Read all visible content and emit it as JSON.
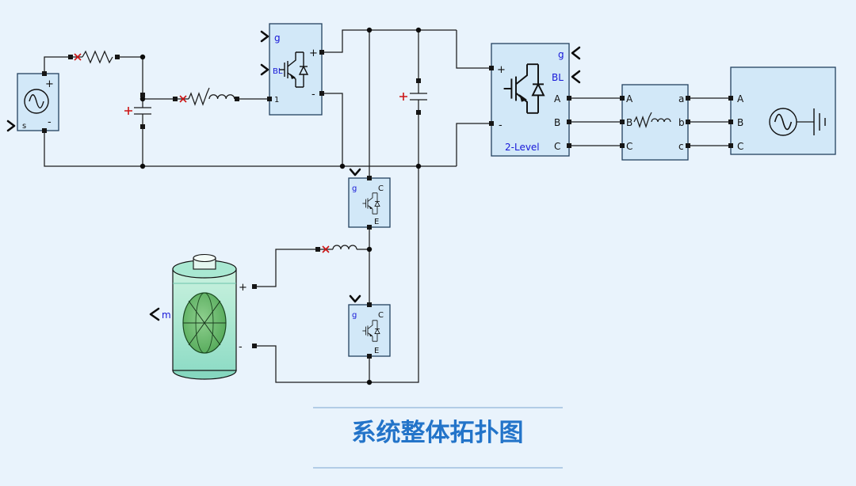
{
  "title": {
    "text": "系统整体拓扑图"
  },
  "colors": {
    "background": "#e9f3fc",
    "block_fill": "#d2e8f8",
    "block_stroke": "#23415f",
    "label_blue": "#1717d8",
    "title_blue": "#2374c9",
    "measurement_red": "#cc1414",
    "wire_black": "#1c1c1c",
    "battery_body_green": "#9fe2cb",
    "battery_globe_green": "#4aa352"
  },
  "blocks": {
    "ac_source": {
      "plus": "+",
      "minus": "-",
      "s_label": "s"
    },
    "boost_igbt": {
      "g": "g",
      "bl": "BL",
      "port1": "1",
      "plus": "+",
      "minus": "-"
    },
    "chopper_upper": {
      "g": "g",
      "c": "C",
      "e": "E"
    },
    "chopper_lower": {
      "g": "g",
      "c": "C",
      "e": "E"
    },
    "battery": {
      "m": "m",
      "plus": "+",
      "minus": "-"
    },
    "converter": {
      "g": "g",
      "bl": "BL",
      "plus": "+",
      "minus": "-",
      "port_a": "A",
      "port_b": "B",
      "port_c": "C",
      "name": "2-Level"
    },
    "rlc_branch": {
      "in_a": "A",
      "in_b": "B",
      "in_c": "C",
      "out_a": "a",
      "out_b": "b",
      "out_c": "c"
    },
    "grid_source": {
      "port_a": "A",
      "port_b": "B",
      "port_c": "C"
    }
  }
}
